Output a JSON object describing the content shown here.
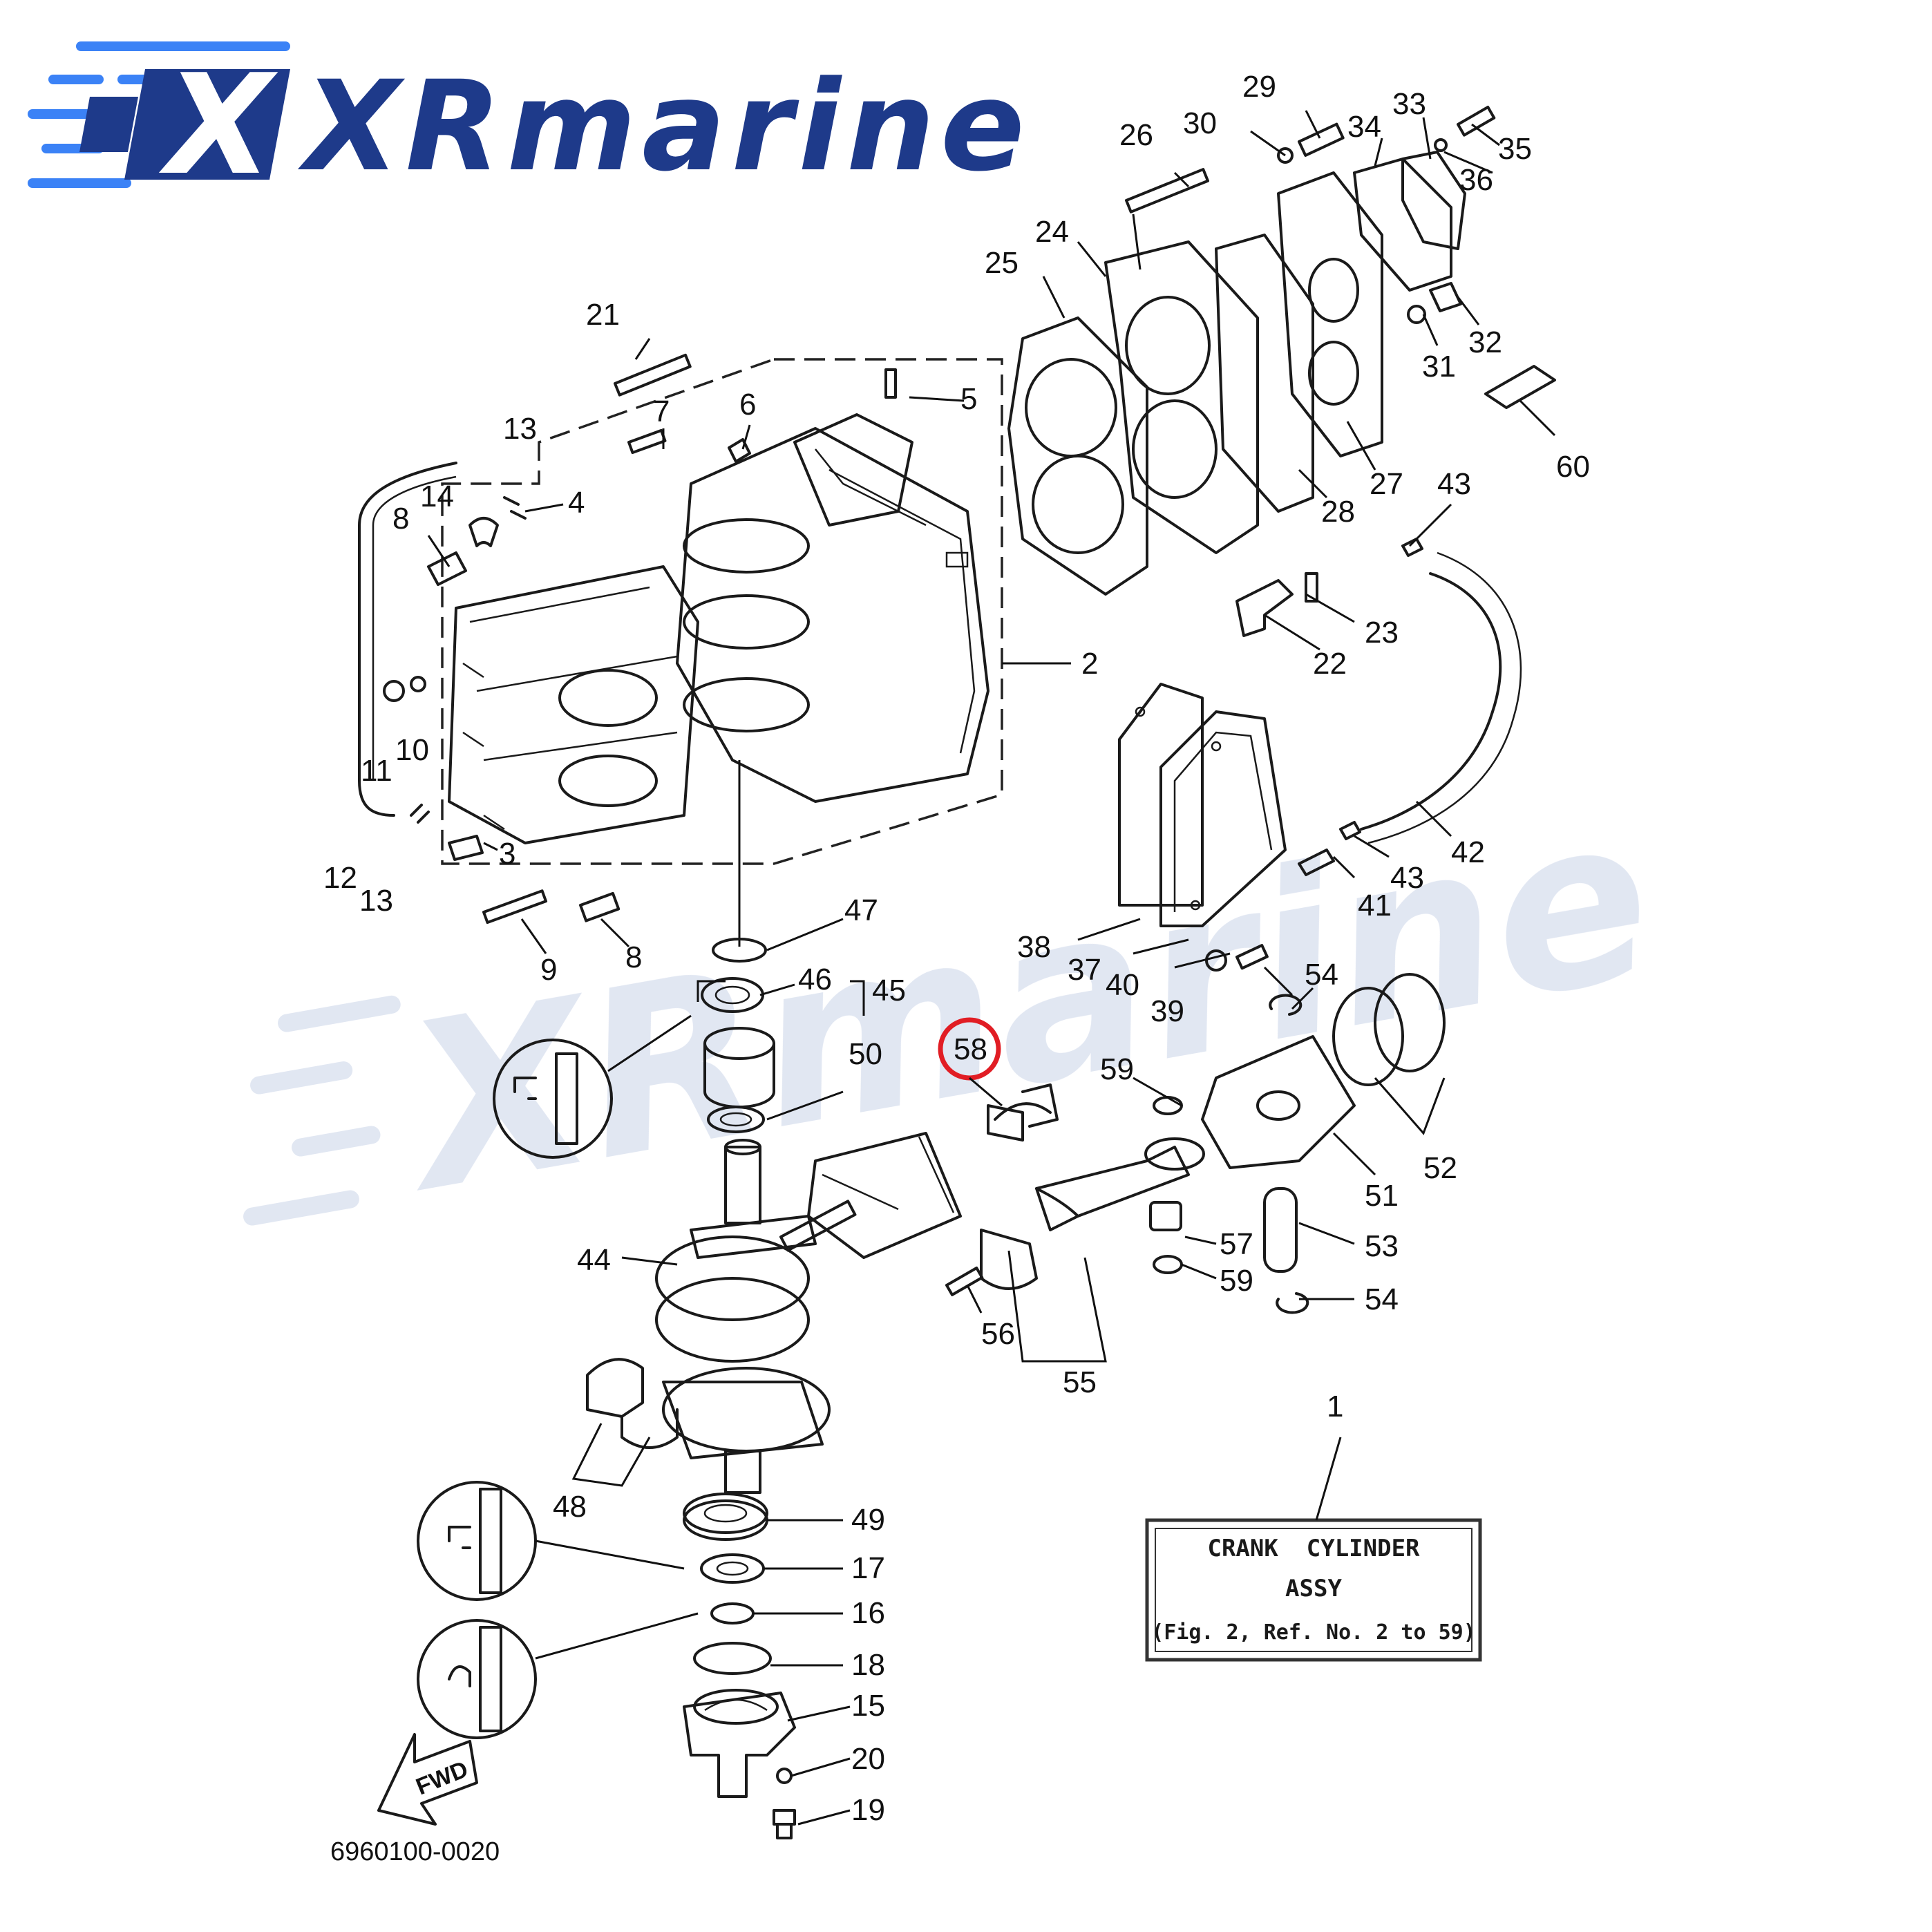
{
  "brand": {
    "logo_mark": "X",
    "name": "XRmarine",
    "color": "#1e3a8a",
    "accent": "#3b82f6"
  },
  "watermark": {
    "text": "XRmarine",
    "color": "#c9d3e8"
  },
  "diagram": {
    "drawing_number": "6960100-0020",
    "fwd_label": "FWD",
    "title_box": {
      "line1": "CRANK  CYLINDER",
      "line2": "ASSY",
      "line3": "(Fig. 2, Ref. No. 2 to 59)"
    },
    "highlight": {
      "label": "58",
      "color": "#e11d24"
    },
    "callouts": {
      "c1": "1",
      "c2": "2",
      "c3": "3",
      "c4": "4",
      "c5": "5",
      "c6": "6",
      "c7": "7",
      "c8a": "8",
      "c8b": "8",
      "c9": "9",
      "c10": "10",
      "c11": "11",
      "c12": "12",
      "c13a": "13",
      "c13b": "13",
      "c14": "14",
      "c15": "15",
      "c16": "16",
      "c17": "17",
      "c18": "18",
      "c19": "19",
      "c20": "20",
      "c21": "21",
      "c22": "22",
      "c23": "23",
      "c24": "24",
      "c25": "25",
      "c26": "26",
      "c27": "27",
      "c28": "28",
      "c29": "29",
      "c30": "30",
      "c31": "31",
      "c32": "32",
      "c33": "33",
      "c34": "34",
      "c35": "35",
      "c36": "36",
      "c37": "37",
      "c38": "38",
      "c39": "39",
      "c40": "40",
      "c41": "41",
      "c42": "42",
      "c43a": "43",
      "c43b": "43",
      "c44": "44",
      "c45": "45",
      "c46": "46",
      "c47": "47",
      "c48": "48",
      "c49": "49",
      "c50": "50",
      "c51": "51",
      "c52": "52",
      "c53": "53",
      "c54a": "54",
      "c54b": "54",
      "c55": "55",
      "c56": "56",
      "c57": "57",
      "c59a": "59",
      "c59b": "59",
      "c60": "60"
    }
  }
}
